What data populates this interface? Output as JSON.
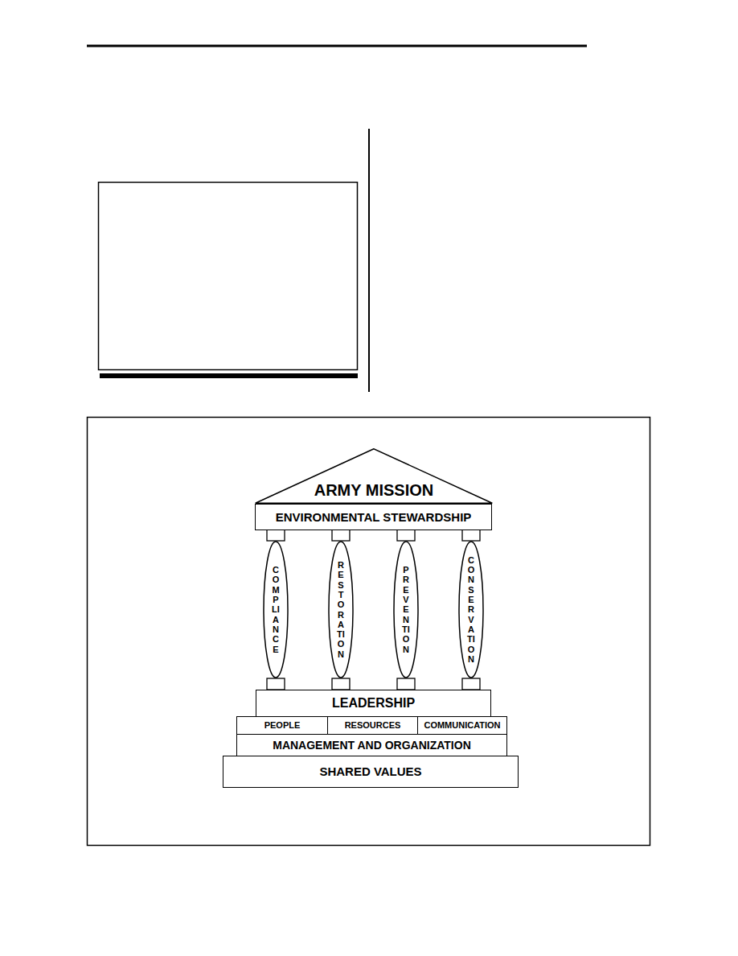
{
  "diagram": {
    "nodes": [
      {
        "text": [
          "ARMY MISSION"
        ]
      },
      {
        "text": [
          "ENVIRONMENTAL STEWARDSHIP"
        ]
      },
      {
        "text": [
          "COMPLIANCE"
        ]
      },
      {
        "text": [
          "RESTORATION"
        ]
      },
      {
        "text": [
          "PREVENTION"
        ]
      },
      {
        "text": [
          "CONSERVATION"
        ]
      },
      {
        "text": [
          "LEADERSHIP"
        ]
      },
      {
        "text": [
          "PEOPLE"
        ]
      },
      {
        "text": [
          "RESOURCES"
        ]
      },
      {
        "text": [
          "COMMUNICATION"
        ]
      },
      {
        "text": [
          "MANAGEMENT AND ORGANIZATION"
        ]
      },
      {
        "text": [
          "SHARED VALUES"
        ]
      }
    ]
  }
}
